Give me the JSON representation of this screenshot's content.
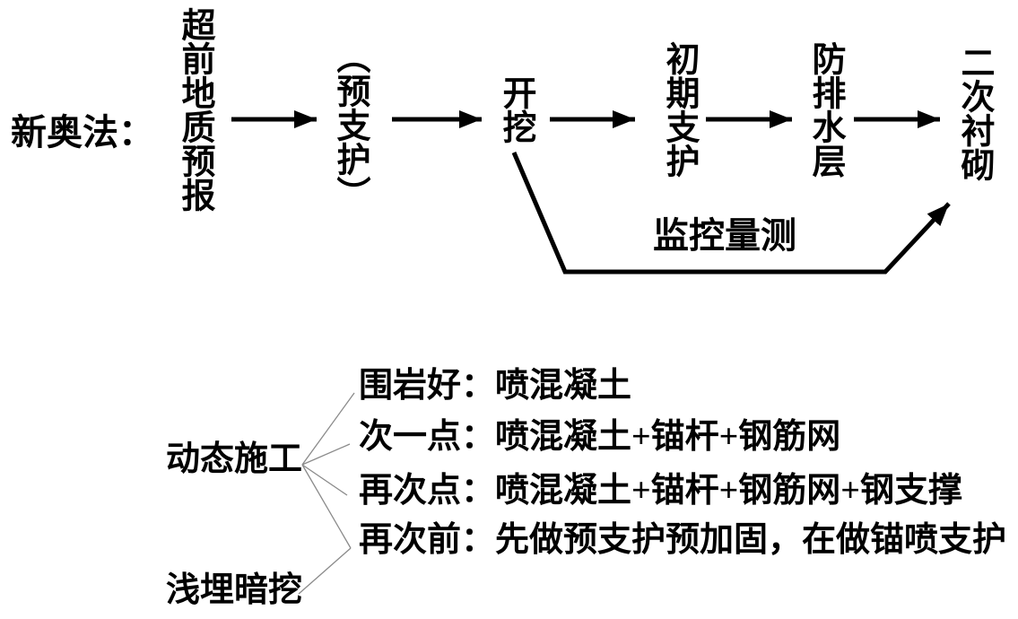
{
  "title": {
    "label": "新奥法："
  },
  "flow": {
    "nodes": [
      {
        "label": "超前地质预报"
      },
      {
        "label": "（预支护）"
      },
      {
        "label": "开挖"
      },
      {
        "label": "初期支护"
      },
      {
        "label": "防排水层"
      },
      {
        "label": "二次衬砌"
      }
    ],
    "monitor_label": "监控量测"
  },
  "branches": {
    "root_label": "动态施工",
    "items": [
      "围岩好：喷混凝土",
      "次一点：喷混凝土+锚杆+钢筋网",
      "再次点：喷混凝土+锚杆+钢筋网+钢支撑",
      "再次前：先做预支护预加固，在做锚喷支护"
    ],
    "secondary_label": "浅埋暗挖"
  },
  "colors": {
    "text": "#000000",
    "flow_arrow": "#000000",
    "branch_line": "#8a8a8a",
    "background": "#ffffff"
  }
}
